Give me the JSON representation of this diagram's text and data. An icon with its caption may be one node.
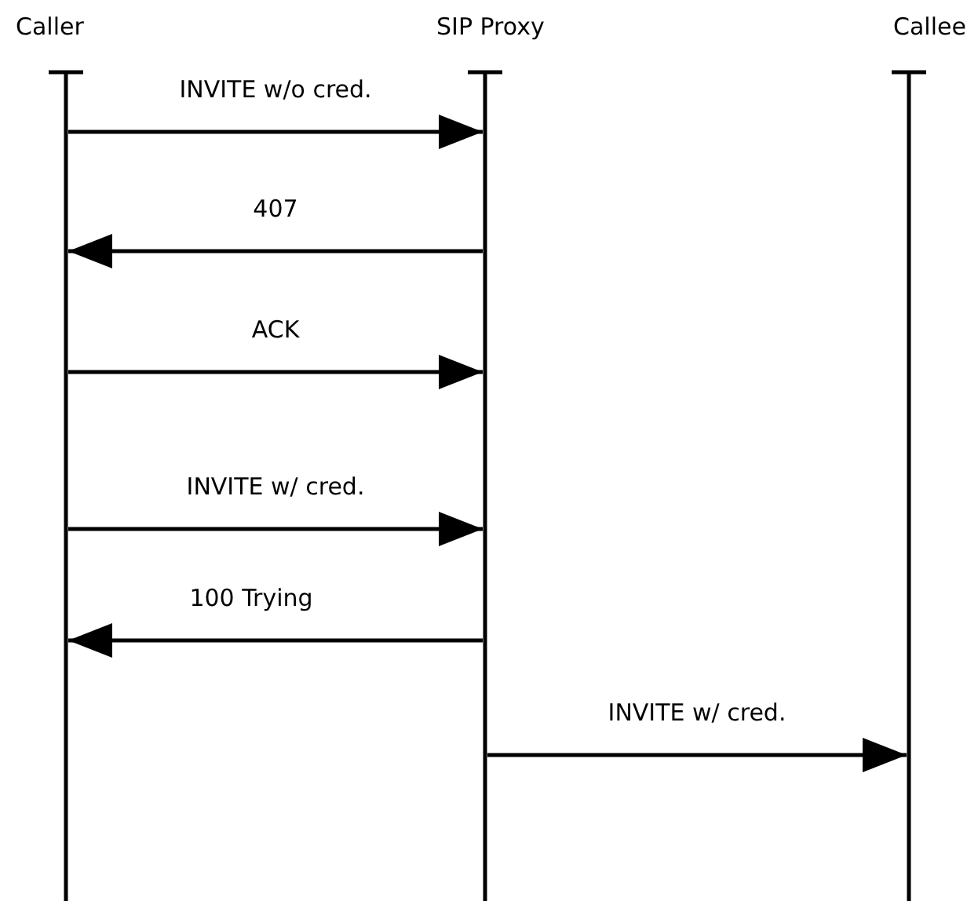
{
  "diagram": {
    "nodes": [
      {
        "text": [
          "Caller"
        ]
      },
      {
        "text": [
          "SIP Proxy"
        ]
      },
      {
        "text": [
          "Callee"
        ]
      }
    ],
    "edges": [
      {
        "from": 0,
        "to": 1,
        "arrow": "to",
        "label": "INVITE w/o cred."
      },
      {
        "from": 1,
        "to": 0,
        "arrow": "to",
        "label": "407"
      },
      {
        "from": 0,
        "to": 1,
        "arrow": "to",
        "label": "ACK"
      },
      {
        "from": 0,
        "to": 1,
        "arrow": "to",
        "label": "INVITE w/ cred."
      },
      {
        "from": 1,
        "to": 0,
        "arrow": "to",
        "label": "100 Trying"
      },
      {
        "from": 1,
        "to": 2,
        "arrow": "to",
        "label": "INVITE w/ cred."
      }
    ]
  }
}
